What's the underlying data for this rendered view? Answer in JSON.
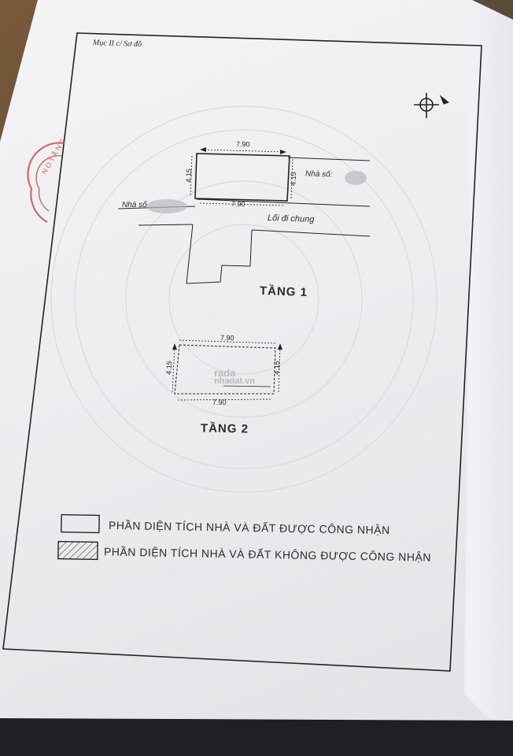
{
  "document": {
    "section_label": "Mục II c/ Sơ đồ",
    "neighbor_label_right": "Nhà số:",
    "neighbor_label_left": "Nhà số",
    "common_path_label": "Lối đi chung"
  },
  "floor1": {
    "title": "TẦNG 1",
    "width_top": "7.90",
    "width_bottom": "7.90",
    "depth_left": "4.15",
    "depth_right": "4.15"
  },
  "floor2": {
    "title": "TẦNG 2",
    "width_top": "7.90",
    "width_bottom": "7.90",
    "depth_left": "4.15",
    "depth_right": "4.15"
  },
  "legend": {
    "recognized": "PHẦN DIỆN TÍCH  NHÀ VÀ ĐẤT ĐƯỢC CÔNG NHẬN",
    "not_recognized": "PHẦN DIỆN TÍCH  NHÀ VÀ ĐẤT KHÔNG ĐƯỢC CÔNG NHẬN"
  },
  "watermark": {
    "line1": "rada",
    "line2": "nhadat.vn"
  },
  "icons": [
    "north-arrow-icon",
    "stamp-icon"
  ]
}
